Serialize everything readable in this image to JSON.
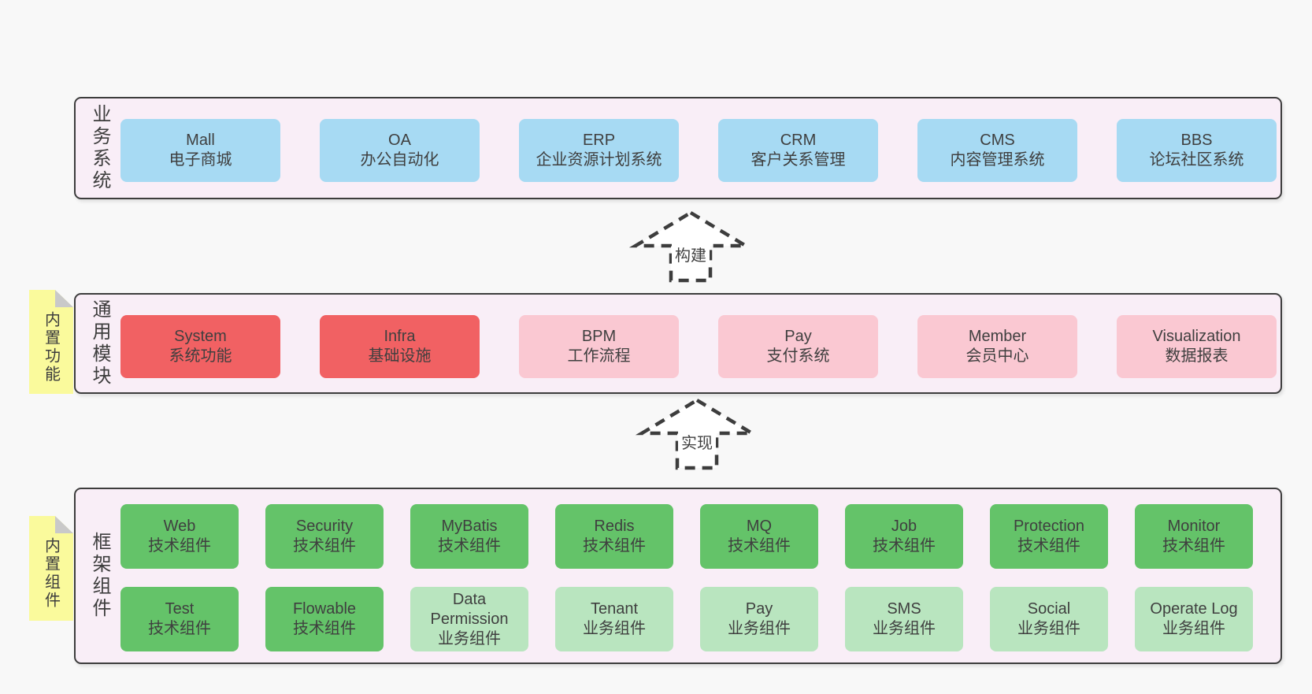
{
  "colors": {
    "page_bg": "#f8f8f8",
    "panel_bg": "#f9eef7",
    "panel_border": "#3d3d3d",
    "blue": "#a7daf3",
    "red": "#f16163",
    "pink": "#fac8d2",
    "green": "#64c369",
    "green_light": "#b9e5bf",
    "yellow": "#fafa9c",
    "fold": "#c9c9c9",
    "text": "#3f3f3f"
  },
  "arrows": [
    {
      "label": "构建"
    },
    {
      "label": "实现"
    }
  ],
  "sections": [
    {
      "id": "business-systems",
      "label": "业务系统",
      "boxes": [
        {
          "title": "Mall",
          "subtitle": "电子商城",
          "variant": "blue"
        },
        {
          "title": "OA",
          "subtitle": "办公自动化",
          "variant": "blue"
        },
        {
          "title": "ERP",
          "subtitle": "企业资源计划系统",
          "variant": "blue"
        },
        {
          "title": "CRM",
          "subtitle": "客户关系管理",
          "variant": "blue"
        },
        {
          "title": "CMS",
          "subtitle": "内容管理系统",
          "variant": "blue"
        },
        {
          "title": "BBS",
          "subtitle": "论坛社区系统",
          "variant": "blue"
        }
      ]
    },
    {
      "id": "common-modules",
      "note": "内置功能",
      "label": "通用模块",
      "boxes": [
        {
          "title": "System",
          "subtitle": "系统功能",
          "variant": "red"
        },
        {
          "title": "Infra",
          "subtitle": "基础设施",
          "variant": "red"
        },
        {
          "title": "BPM",
          "subtitle": "工作流程",
          "variant": "pink"
        },
        {
          "title": "Pay",
          "subtitle": "支付系统",
          "variant": "pink"
        },
        {
          "title": "Member",
          "subtitle": "会员中心",
          "variant": "pink"
        },
        {
          "title": "Visualization",
          "subtitle": "数据报表",
          "variant": "pink"
        }
      ]
    },
    {
      "id": "framework-components",
      "note": "内置组件",
      "label": "框架组件",
      "rows": [
        [
          {
            "title": "Web",
            "subtitle": "技术组件",
            "variant": "green"
          },
          {
            "title": "Security",
            "subtitle": "技术组件",
            "variant": "green"
          },
          {
            "title": "MyBatis",
            "subtitle": "技术组件",
            "variant": "green"
          },
          {
            "title": "Redis",
            "subtitle": "技术组件",
            "variant": "green"
          },
          {
            "title": "MQ",
            "subtitle": "技术组件",
            "variant": "green"
          },
          {
            "title": "Job",
            "subtitle": "技术组件",
            "variant": "green"
          },
          {
            "title": "Protection",
            "subtitle": "技术组件",
            "variant": "green"
          },
          {
            "title": "Monitor",
            "subtitle": "技术组件",
            "variant": "green"
          }
        ],
        [
          {
            "title": "Test",
            "subtitle": "技术组件",
            "variant": "green"
          },
          {
            "title": "Flowable",
            "subtitle": "技术组件",
            "variant": "green"
          },
          {
            "title": "Data Permission",
            "subtitle": "业务组件",
            "variant": "green-light"
          },
          {
            "title": "Tenant",
            "subtitle": "业务组件",
            "variant": "green-light"
          },
          {
            "title": "Pay",
            "subtitle": "业务组件",
            "variant": "green-light"
          },
          {
            "title": "SMS",
            "subtitle": "业务组件",
            "variant": "green-light"
          },
          {
            "title": "Social",
            "subtitle": "业务组件",
            "variant": "green-light"
          },
          {
            "title": "Operate Log",
            "subtitle": "业务组件",
            "variant": "green-light"
          }
        ]
      ]
    }
  ]
}
